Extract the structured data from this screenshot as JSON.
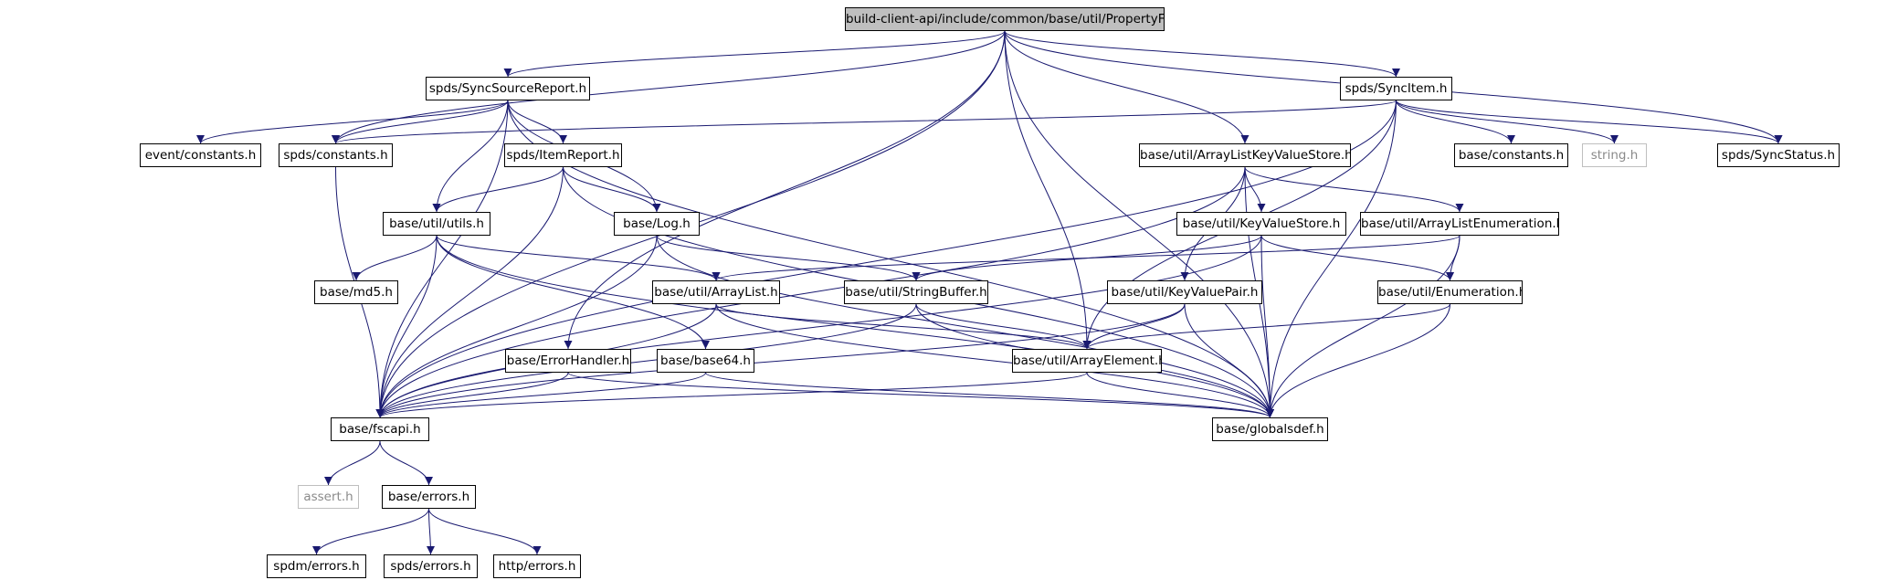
{
  "graph": {
    "edge_color": "#191970",
    "external_border_color": "#bfbfbf",
    "root_fill": "#bfbfbf",
    "nodes": [
      {
        "id": "PropertyFile",
        "label": "build-client-api/include/common/base/util/PropertyFile.h",
        "kind": "root"
      },
      {
        "id": "SyncSourceReport",
        "label": "spds/SyncSourceReport.h",
        "kind": "file"
      },
      {
        "id": "SyncItem",
        "label": "spds/SyncItem.h",
        "kind": "file"
      },
      {
        "id": "eventConstants",
        "label": "event/constants.h",
        "kind": "file"
      },
      {
        "id": "spdsConstants",
        "label": "spds/constants.h",
        "kind": "file"
      },
      {
        "id": "ItemReport",
        "label": "spds/ItemReport.h",
        "kind": "file"
      },
      {
        "id": "ArrayListKeyValueStore",
        "label": "base/util/ArrayListKeyValueStore.h",
        "kind": "file"
      },
      {
        "id": "baseConstants",
        "label": "base/constants.h",
        "kind": "file"
      },
      {
        "id": "stringH",
        "label": "string.h",
        "kind": "external"
      },
      {
        "id": "SyncStatus",
        "label": "spds/SyncStatus.h",
        "kind": "file"
      },
      {
        "id": "utils",
        "label": "base/util/utils.h",
        "kind": "file"
      },
      {
        "id": "Log",
        "label": "base/Log.h",
        "kind": "file"
      },
      {
        "id": "KeyValueStore",
        "label": "base/util/KeyValueStore.h",
        "kind": "file"
      },
      {
        "id": "ArrayListEnumeration",
        "label": "base/util/ArrayListEnumeration.h",
        "kind": "file"
      },
      {
        "id": "md5",
        "label": "base/md5.h",
        "kind": "file"
      },
      {
        "id": "ArrayList",
        "label": "base/util/ArrayList.h",
        "kind": "file"
      },
      {
        "id": "StringBuffer",
        "label": "base/util/StringBuffer.h",
        "kind": "file"
      },
      {
        "id": "KeyValuePair",
        "label": "base/util/KeyValuePair.h",
        "kind": "file"
      },
      {
        "id": "Enumeration",
        "label": "base/util/Enumeration.h",
        "kind": "file"
      },
      {
        "id": "ErrorHandler",
        "label": "base/ErrorHandler.h",
        "kind": "file"
      },
      {
        "id": "base64",
        "label": "base/base64.h",
        "kind": "file"
      },
      {
        "id": "ArrayElement",
        "label": "base/util/ArrayElement.h",
        "kind": "file"
      },
      {
        "id": "fscapi",
        "label": "base/fscapi.h",
        "kind": "file"
      },
      {
        "id": "globalsdef",
        "label": "base/globalsdef.h",
        "kind": "file"
      },
      {
        "id": "assertH",
        "label": "assert.h",
        "kind": "external"
      },
      {
        "id": "baseErrors",
        "label": "base/errors.h",
        "kind": "file"
      },
      {
        "id": "spdmErrors",
        "label": "spdm/errors.h",
        "kind": "file"
      },
      {
        "id": "spdsErrors",
        "label": "spds/errors.h",
        "kind": "file"
      },
      {
        "id": "httpErrors",
        "label": "http/errors.h",
        "kind": "file"
      }
    ],
    "edges": [
      [
        "PropertyFile",
        "SyncSourceReport"
      ],
      [
        "PropertyFile",
        "SyncItem"
      ],
      [
        "PropertyFile",
        "spdsConstants"
      ],
      [
        "PropertyFile",
        "ArrayListKeyValueStore"
      ],
      [
        "PropertyFile",
        "SyncStatus"
      ],
      [
        "PropertyFile",
        "ArrayElement"
      ],
      [
        "PropertyFile",
        "ErrorHandler"
      ],
      [
        "PropertyFile",
        "fscapi"
      ],
      [
        "PropertyFile",
        "globalsdef"
      ],
      [
        "SyncSourceReport",
        "eventConstants"
      ],
      [
        "SyncSourceReport",
        "spdsConstants"
      ],
      [
        "SyncSourceReport",
        "ItemReport"
      ],
      [
        "SyncSourceReport",
        "utils"
      ],
      [
        "SyncSourceReport",
        "Log"
      ],
      [
        "SyncSourceReport",
        "fscapi"
      ],
      [
        "SyncSourceReport",
        "globalsdef"
      ],
      [
        "SyncItem",
        "spdsConstants"
      ],
      [
        "SyncItem",
        "baseConstants"
      ],
      [
        "SyncItem",
        "stringH"
      ],
      [
        "SyncItem",
        "SyncStatus"
      ],
      [
        "SyncItem",
        "ArrayElement"
      ],
      [
        "SyncItem",
        "fscapi"
      ],
      [
        "SyncItem",
        "globalsdef"
      ],
      [
        "spdsConstants",
        "fscapi"
      ],
      [
        "ItemReport",
        "utils"
      ],
      [
        "ItemReport",
        "Log"
      ],
      [
        "ItemReport",
        "fscapi"
      ],
      [
        "ItemReport",
        "globalsdef"
      ],
      [
        "ArrayListKeyValueStore",
        "KeyValueStore"
      ],
      [
        "ArrayListKeyValueStore",
        "ArrayListEnumeration"
      ],
      [
        "ArrayListKeyValueStore",
        "KeyValuePair"
      ],
      [
        "ArrayListKeyValueStore",
        "fscapi"
      ],
      [
        "ArrayListKeyValueStore",
        "globalsdef"
      ],
      [
        "utils",
        "md5"
      ],
      [
        "utils",
        "ArrayList"
      ],
      [
        "utils",
        "base64"
      ],
      [
        "utils",
        "fscapi"
      ],
      [
        "utils",
        "globalsdef"
      ],
      [
        "Log",
        "StringBuffer"
      ],
      [
        "Log",
        "fscapi"
      ],
      [
        "Log",
        "globalsdef"
      ],
      [
        "KeyValueStore",
        "StringBuffer"
      ],
      [
        "KeyValueStore",
        "Enumeration"
      ],
      [
        "KeyValueStore",
        "fscapi"
      ],
      [
        "KeyValueStore",
        "globalsdef"
      ],
      [
        "ArrayListEnumeration",
        "Enumeration"
      ],
      [
        "ArrayListEnumeration",
        "ArrayList"
      ],
      [
        "ArrayListEnumeration",
        "globalsdef"
      ],
      [
        "ArrayList",
        "ArrayElement"
      ],
      [
        "ArrayList",
        "fscapi"
      ],
      [
        "ArrayList",
        "globalsdef"
      ],
      [
        "StringBuffer",
        "ArrayElement"
      ],
      [
        "StringBuffer",
        "fscapi"
      ],
      [
        "StringBuffer",
        "globalsdef"
      ],
      [
        "KeyValuePair",
        "ArrayElement"
      ],
      [
        "KeyValuePair",
        "fscapi"
      ],
      [
        "KeyValuePair",
        "globalsdef"
      ],
      [
        "Enumeration",
        "ArrayElement"
      ],
      [
        "Enumeration",
        "globalsdef"
      ],
      [
        "ErrorHandler",
        "fscapi"
      ],
      [
        "ErrorHandler",
        "globalsdef"
      ],
      [
        "base64",
        "fscapi"
      ],
      [
        "base64",
        "globalsdef"
      ],
      [
        "ArrayElement",
        "fscapi"
      ],
      [
        "ArrayElement",
        "globalsdef"
      ],
      [
        "fscapi",
        "assertH"
      ],
      [
        "fscapi",
        "baseErrors"
      ],
      [
        "baseErrors",
        "spdmErrors"
      ],
      [
        "baseErrors",
        "spdsErrors"
      ],
      [
        "baseErrors",
        "httpErrors"
      ]
    ]
  }
}
